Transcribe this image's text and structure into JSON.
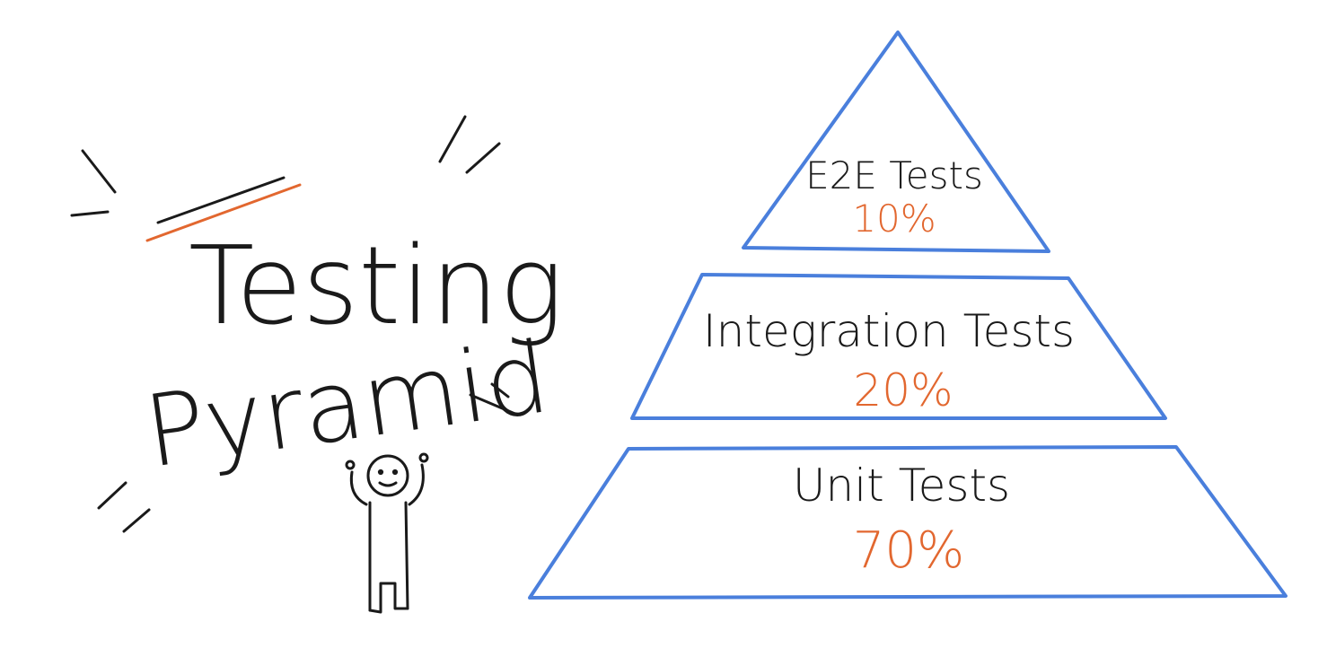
{
  "title": {
    "line1": "Testing",
    "line2": "Pyramid"
  },
  "pyramid": {
    "levels": [
      {
        "label": "E2E Tests",
        "percent": "10%",
        "value": 10
      },
      {
        "label": "Integration Tests",
        "percent": "20%",
        "value": 20
      },
      {
        "label": "Unit Tests",
        "percent": "70%",
        "value": 70
      }
    ]
  },
  "colors": {
    "outline": "#4a7fdc",
    "accent": "#e2672f",
    "ink": "#1a1a1a",
    "background": "#ffffff"
  },
  "icons": [
    "stick-figure-icon",
    "excitement-lines-icon"
  ]
}
